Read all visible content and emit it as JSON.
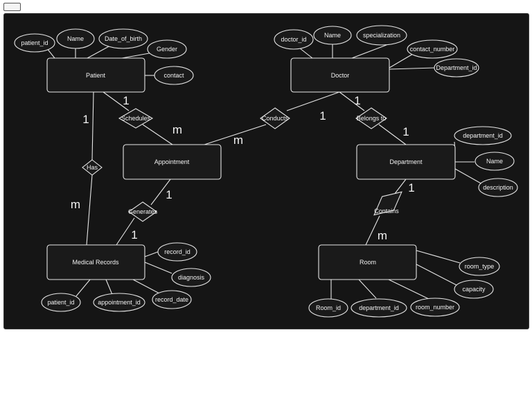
{
  "toolbar": {
    "button_label": ""
  },
  "entities": {
    "patient": "Patient",
    "doctor": "Doctor",
    "appointment": "Appointment",
    "department": "Department",
    "medical_records": "Medical Records",
    "room": "Room"
  },
  "attributes": {
    "patient_id": "patient_id",
    "patient_name": "Name",
    "date_of_birth": "Date_of_birth",
    "gender": "Gender",
    "contact": "contact",
    "doctor_id": "doctor_id",
    "doctor_name": "Name",
    "specialization": "specialization",
    "contact_number": "contact_number",
    "doctor_department_id": "Department_id",
    "department_id": "department_id",
    "department_name": "Name",
    "description": "description",
    "record_id": "record_id",
    "diagnosis": "diagnosis",
    "record_date": "record_date",
    "record_patient_id": "patient_id",
    "appointment_id": "appointment_id",
    "room_type": "room_type",
    "capacity": "capacity",
    "room_id": "Room_id",
    "room_department_id": "department_id",
    "room_number": "room_number"
  },
  "relationships": {
    "schedules": "Schedules",
    "conducts": "Conducts",
    "belongs_to": "Belongs to",
    "has": "Has",
    "generates": "Generates",
    "contains": "Contains"
  },
  "cardinalities": {
    "schedules_patient": "1",
    "schedules_appointment": "m",
    "conducts_doctor": "1",
    "conducts_appointment": "m",
    "belongs_doctor": "1",
    "belongs_department": "1",
    "has_patient": "1",
    "has_records": "m",
    "generates_appointment": "1",
    "generates_records": "1",
    "contains_department": "1",
    "contains_room": "m"
  }
}
